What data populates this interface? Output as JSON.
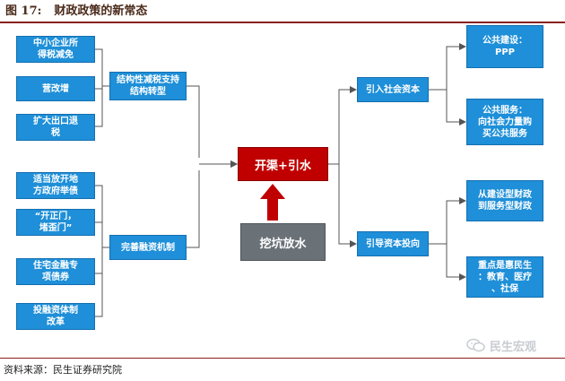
{
  "header": {
    "figure_number": "图 17:",
    "figure_title": "财政政策的新常态"
  },
  "diagram": {
    "center_top": "开渠+引水",
    "center_bottom": "挖坑放水",
    "left_groups": [
      {
        "label": "结构性减税支持\n结构转型",
        "items": [
          "中小企业所\n得税减免",
          "营改增",
          "扩大出口退\n税"
        ]
      },
      {
        "label": "完善融资机制",
        "items": [
          "适当放开地\n方政府举债",
          "“开正门，\n堵歪门”",
          "住宅金融专\n项债券",
          "投融资体制\n改革"
        ]
      }
    ],
    "right_groups": [
      {
        "label": "引入社会资本",
        "items": [
          "公共建设：\nPPP",
          "公共服务：\n向社会力量购\n买公共服务"
        ]
      },
      {
        "label": "引导资本投向",
        "items": [
          "从建设型财政\n到服务型财政",
          "重点是惠民生\n：教育、医疗\n、社保"
        ]
      }
    ]
  },
  "footer": {
    "source": "资料来源：民生证券研究院"
  },
  "watermark": {
    "text": "民生宏观",
    "icon": "wechat-icon"
  },
  "colors": {
    "box_blue": "#1e8fd8",
    "center_red": "#c00000",
    "center_gray": "#6a7177",
    "arrow_red": "#c00000",
    "rule": "#8a1f1f"
  }
}
